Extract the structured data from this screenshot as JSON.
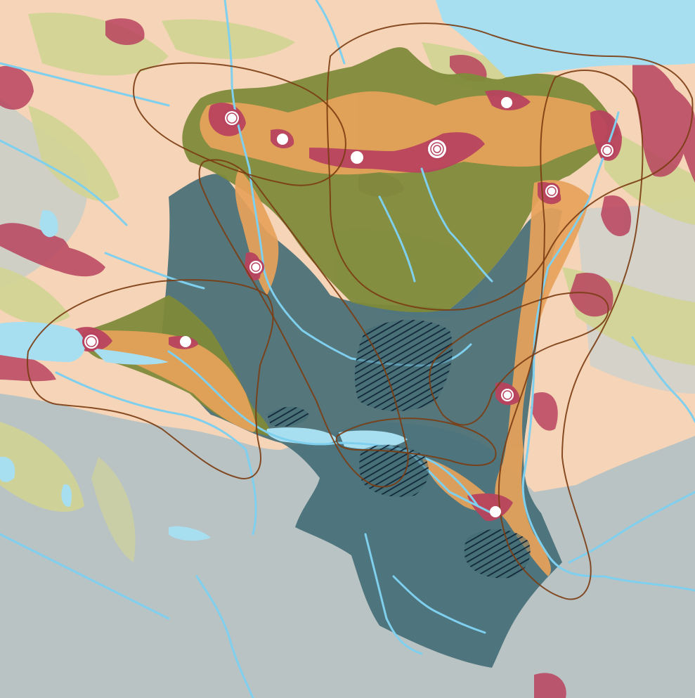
{
  "map": {
    "colors": {
      "background": "#f5d4b8",
      "agricultural_green": "#d2d494",
      "dense_urban": "#b8435e",
      "suburban_orange": "#e7a25a",
      "canton_green": "#7e8a3a",
      "canton_alpine": "#3f6a73",
      "alpine_grey": "#b9c3c4",
      "water": "#a7dff1",
      "river": "#7fcfee",
      "corridor_outline": "#7b3c12",
      "hatch": "#1a3a55",
      "center_marker_fill": "#ffffff",
      "center_marker_ring": "#b8435e"
    },
    "layers": [
      "terrain-shading",
      "agricultural-zones",
      "urban-areas",
      "canton-territory",
      "lakes",
      "rivers",
      "hatched-protection-zones",
      "regional-corridor-outlines",
      "regional-centers"
    ],
    "regional_centers": [
      {
        "id": "center-1",
        "rank": "major"
      },
      {
        "id": "center-2",
        "rank": "minor"
      },
      {
        "id": "center-3",
        "rank": "minor"
      },
      {
        "id": "center-4",
        "rank": "metropolitan"
      },
      {
        "id": "center-5",
        "rank": "minor"
      },
      {
        "id": "center-6",
        "rank": "major"
      },
      {
        "id": "center-7",
        "rank": "major"
      },
      {
        "id": "center-8",
        "rank": "major"
      },
      {
        "id": "center-9",
        "rank": "major"
      },
      {
        "id": "center-10",
        "rank": "minor"
      },
      {
        "id": "center-11",
        "rank": "major"
      },
      {
        "id": "center-12",
        "rank": "minor"
      }
    ]
  }
}
